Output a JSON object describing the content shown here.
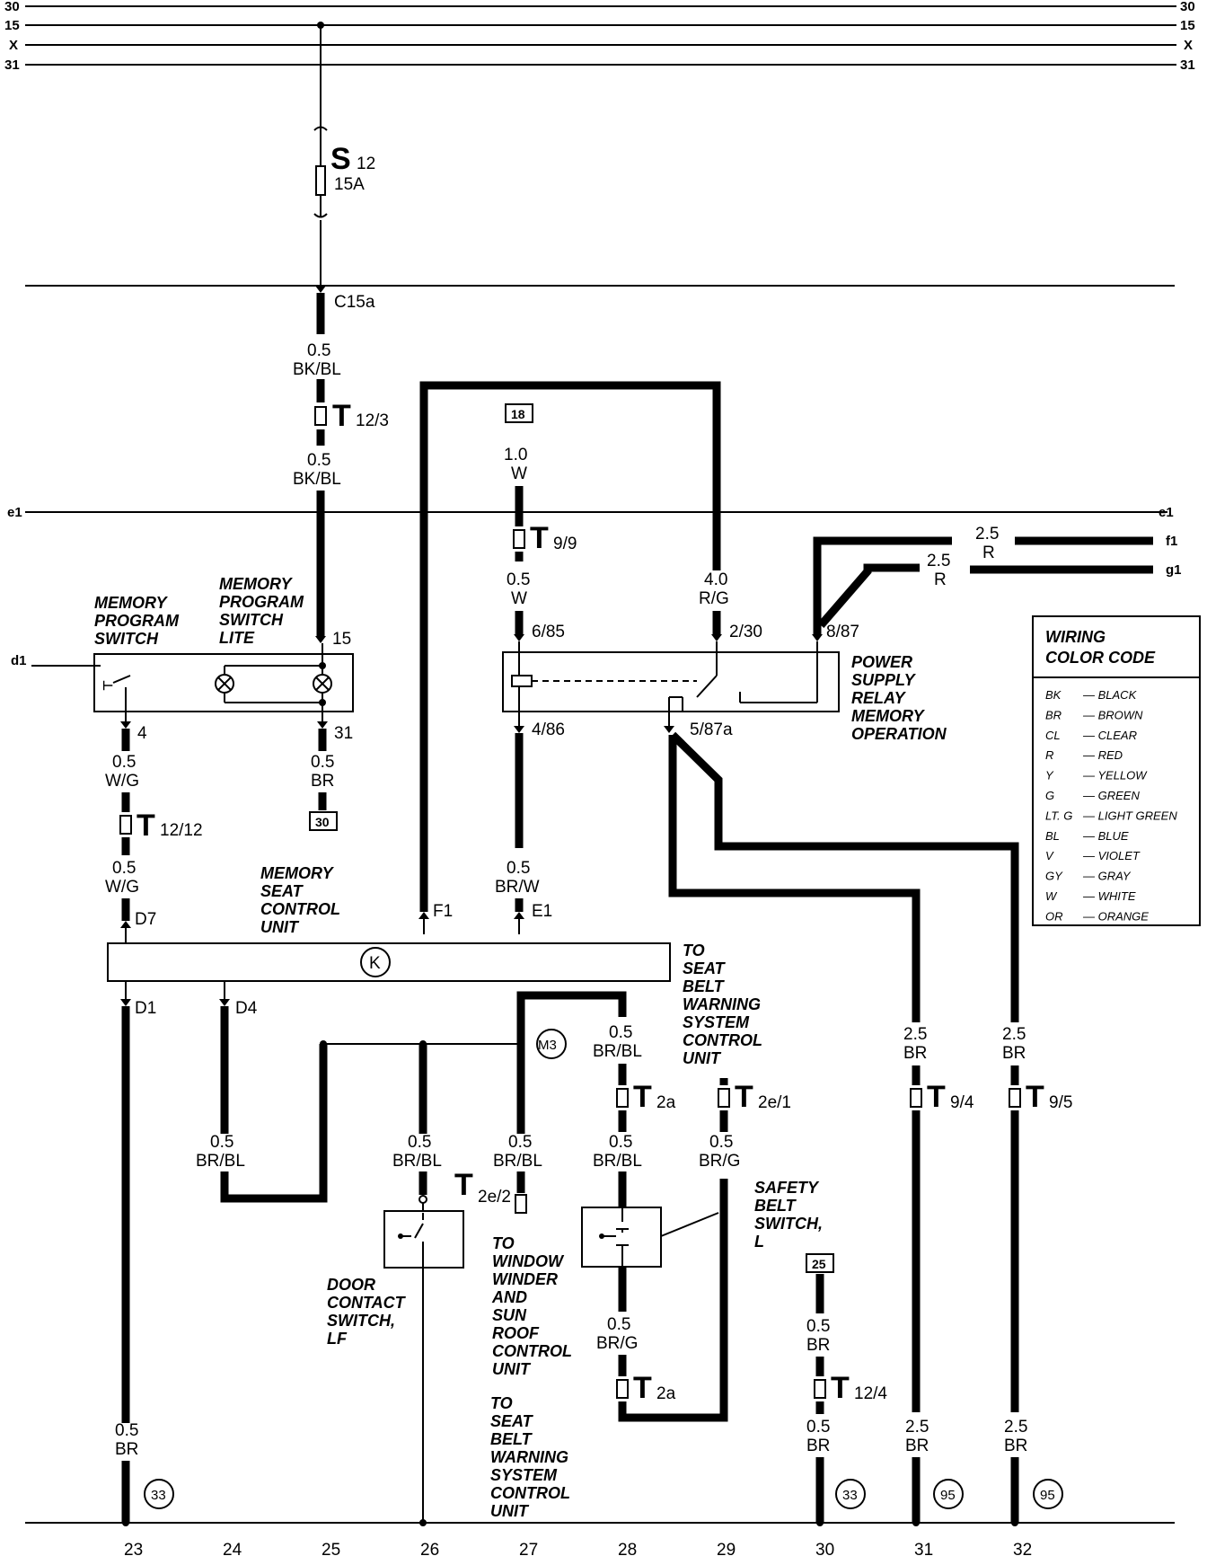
{
  "buses": {
    "b30": "30",
    "b15": "15",
    "bX": "X",
    "b31": "31",
    "e1": "e1",
    "d1": "d1",
    "f1": "f1",
    "g1": "g1"
  },
  "fuse": {
    "name": "S",
    "number": "12",
    "rating": "15A"
  },
  "connectors": {
    "c15a": "C15a",
    "t12_3": "12/3",
    "t9_9": "9/9",
    "t12_12": "12/12",
    "t2a_top": "2a",
    "t2e1": "2e/1",
    "t9_4": "9/4",
    "t9_5": "9/5",
    "t2e2": "2e/2",
    "t2a_bot": "2a",
    "t12_4": "12/4"
  },
  "wires": {
    "w_bkbl_1_size": "0.5",
    "w_bkbl_1_color": "BK/BL",
    "w_bkbl_2_size": "0.5",
    "w_bkbl_2_color": "BK/BL",
    "w_18_size": "1.0",
    "w_18_color": "W",
    "w_w_size": "0.5",
    "w_w_color": "W",
    "w_rg_size": "4.0",
    "w_rg_color": "R/G",
    "w_f1_size": "2.5",
    "w_f1_color": "R",
    "w_g1_size": "2.5",
    "w_g1_color": "R",
    "w_wg1_size": "0.5",
    "w_wg1_color": "W/G",
    "w_wg2_size": "0.5",
    "w_wg2_color": "W/G",
    "w_br30_size": "0.5",
    "w_br30_color": "BR",
    "w_brw_size": "0.5",
    "w_brw_color": "BR/W",
    "w_d4_size": "0.5",
    "w_d4_color": "BR/BL",
    "w_c26_size": "0.5",
    "w_c26_color": "BR/BL",
    "w_c27_size": "0.5",
    "w_c27_color": "BR/BL",
    "w_c28a_size": "0.5",
    "w_c28a_color": "BR/BL",
    "w_c28b_size": "0.5",
    "w_c28b_color": "BR/BL",
    "w_c28c_size": "0.5",
    "w_c28c_color": "BR/G",
    "w_c29_size": "0.5",
    "w_c29_color": "BR/G",
    "w_c23_size": "0.5",
    "w_c23_color": "BR",
    "w_c30a_size": "0.5",
    "w_c30a_color": "BR",
    "w_c30b_size": "0.5",
    "w_c30b_color": "BR",
    "w_c31a_size": "2.5",
    "w_c31a_color": "BR",
    "w_c31b_size": "2.5",
    "w_c31b_color": "BR",
    "w_c32a_size": "2.5",
    "w_c32a_color": "BR",
    "w_c32b_size": "2.5",
    "w_c32b_color": "BR"
  },
  "pins": {
    "p15": "15",
    "p4": "4",
    "p31": "31",
    "p685": "6/85",
    "p230": "2/30",
    "p887": "8/87",
    "p486": "4/86",
    "p587a": "5/87a",
    "pD7": "D7",
    "pF1": "F1",
    "pE1": "E1",
    "pD1": "D1",
    "pD4": "D4"
  },
  "refs": {
    "r18": "18",
    "r30": "30",
    "r25": "25"
  },
  "circles": {
    "k": "K",
    "m3": "M3",
    "c23": "33",
    "c30": "33",
    "c31": "95",
    "c32": "95"
  },
  "components": {
    "mem_switch": [
      "MEMORY",
      "PROGRAM",
      "SWITCH"
    ],
    "mem_lite": [
      "MEMORY",
      "PROGRAM",
      "SWITCH",
      "LITE"
    ],
    "relay": [
      "POWER",
      "SUPPLY",
      "RELAY",
      "MEMORY",
      "OPERATION"
    ],
    "seat_unit": [
      "MEMORY",
      "SEAT",
      "CONTROL",
      "UNIT"
    ],
    "to_belt_1": [
      "TO",
      "SEAT",
      "BELT",
      "WARNING",
      "SYSTEM",
      "CONTROL",
      "UNIT"
    ],
    "safety_belt": [
      "SAFETY",
      "BELT",
      "SWITCH,",
      "L"
    ],
    "door": [
      "DOOR",
      "CONTACT",
      "SWITCH,",
      "LF"
    ],
    "window": [
      "TO",
      "WINDOW",
      "WINDER",
      "AND",
      "SUN",
      "ROOF",
      "CONTROL",
      "UNIT"
    ],
    "to_belt_2": [
      "TO",
      "SEAT",
      "BELT",
      "WARNING",
      "SYSTEM",
      "CONTROL",
      "UNIT"
    ]
  },
  "legend": {
    "title": [
      "WIRING",
      "COLOR CODE"
    ],
    "entries": [
      {
        "code": "BK",
        "name": "— BLACK"
      },
      {
        "code": "BR",
        "name": "— BROWN"
      },
      {
        "code": "CL",
        "name": "— CLEAR"
      },
      {
        "code": "R",
        "name": "— RED"
      },
      {
        "code": "Y",
        "name": "— YELLOW"
      },
      {
        "code": "G",
        "name": "— GREEN"
      },
      {
        "code": "LT. G",
        "name": "— LIGHT GREEN"
      },
      {
        "code": "BL",
        "name": "— BLUE"
      },
      {
        "code": "V",
        "name": "— VIOLET"
      },
      {
        "code": "GY",
        "name": "— GRAY"
      },
      {
        "code": "W",
        "name": "— WHITE"
      },
      {
        "code": "OR",
        "name": "— ORANGE"
      }
    ]
  },
  "columns": [
    "23",
    "24",
    "25",
    "26",
    "27",
    "28",
    "29",
    "30",
    "31",
    "32"
  ]
}
